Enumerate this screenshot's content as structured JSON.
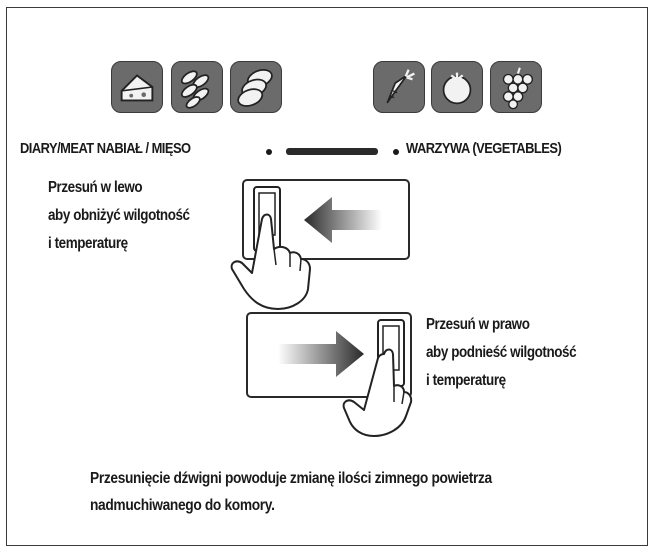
{
  "icons": {
    "left": [
      "cheese-icon",
      "sausages-icon",
      "ham-icon"
    ],
    "right": [
      "carrot-icon",
      "tomato-icon",
      "grapes-icon"
    ],
    "tile_color": "#6b6b6b"
  },
  "labels": {
    "left": "DIARY/MEAT NABIAŁ / MIĘSO",
    "right": "WARZYWA (VEGETABLES)"
  },
  "slide_left": {
    "lines": [
      "Przesuń w lewo",
      "aby obniżyć wilgotność",
      "i temperaturę"
    ]
  },
  "slide_right": {
    "lines": [
      "Przesuń w prawo",
      "aby podnieść wilgotność",
      "i temperaturę"
    ]
  },
  "note": {
    "lines": [
      "Przesunięcie dźwigni powoduje zmianę ilości zimnego powietrza",
      "nadmuchiwanego do komory."
    ]
  }
}
